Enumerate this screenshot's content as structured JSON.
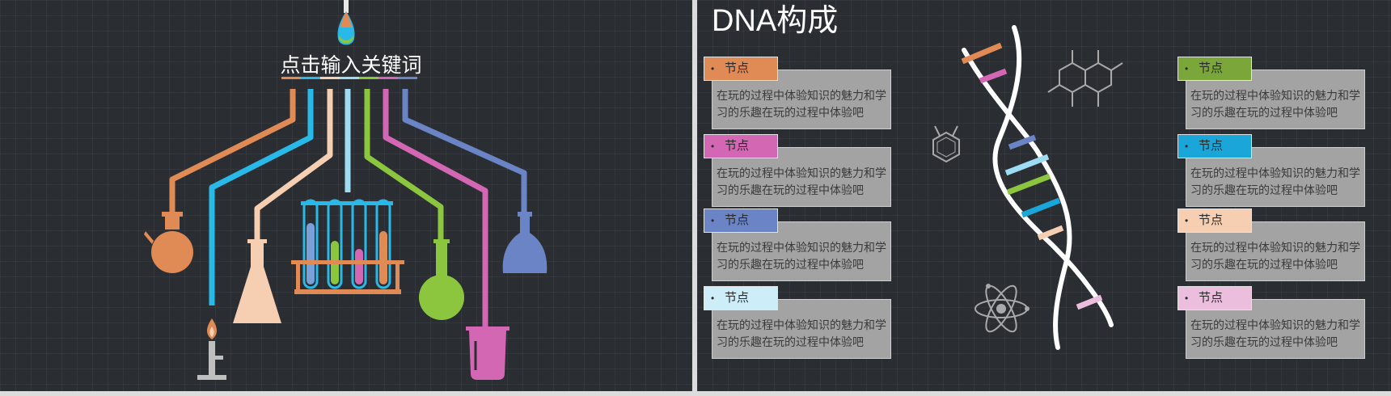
{
  "left_slide": {
    "keyword_title": "点击输入关键词"
  },
  "right_slide": {
    "title": "DNA构成",
    "nodes_left": [
      {
        "label": "节点",
        "text": "在玩的过程中体验知识的魅力和学习的乐趣在玩的过程中体验吧",
        "color": "#e08a55"
      },
      {
        "label": "节点",
        "text": "在玩的过程中体验知识的魅力和学习的乐趣在玩的过程中体验吧",
        "color": "#d467b3"
      },
      {
        "label": "节点",
        "text": "在玩的过程中体验知识的魅力和学习的乐趣在玩的过程中体验吧",
        "color": "#6a84c6"
      },
      {
        "label": "节点",
        "text": "在玩的过程中体验知识的魅力和学习的乐趣在玩的过程中体验吧",
        "color": "#cdeef9"
      }
    ],
    "nodes_right": [
      {
        "label": "节点",
        "text": "在玩的过程中体验知识的魅力和学习的乐趣在玩的过程中体验吧",
        "color": "#7aa63a"
      },
      {
        "label": "节点",
        "text": "在玩的过程中体验知识的魅力和学习的乐趣在玩的过程中体验吧",
        "color": "#1aa6d9"
      },
      {
        "label": "节点",
        "text": "在玩的过程中体验知识的魅力和学习的乐趣在玩的过程中体验吧",
        "color": "#f6cfb2"
      },
      {
        "label": "节点",
        "text": "在玩的过程中体验知识的魅力和学习的乐趣在玩的过程中体验吧",
        "color": "#ebbedd"
      }
    ]
  },
  "colors": {
    "orange": "#e08a55",
    "cyan": "#29b9e8",
    "peach": "#f6cfb2",
    "light_blue": "#9edcf4",
    "green": "#8cc63f",
    "magenta": "#d467b3",
    "slate_blue": "#6a84c6",
    "background": "#2a2e33"
  },
  "icons": [
    "dropper-icon",
    "round-flask-icon",
    "bunsen-burner-icon",
    "conical-flask-icon",
    "test-tube-rack-icon",
    "spherical-flask-icon",
    "beaker-icon",
    "bell-flask-icon",
    "dna-helix-icon",
    "benzene-icon",
    "naphthalene-icon",
    "atom-icon"
  ]
}
